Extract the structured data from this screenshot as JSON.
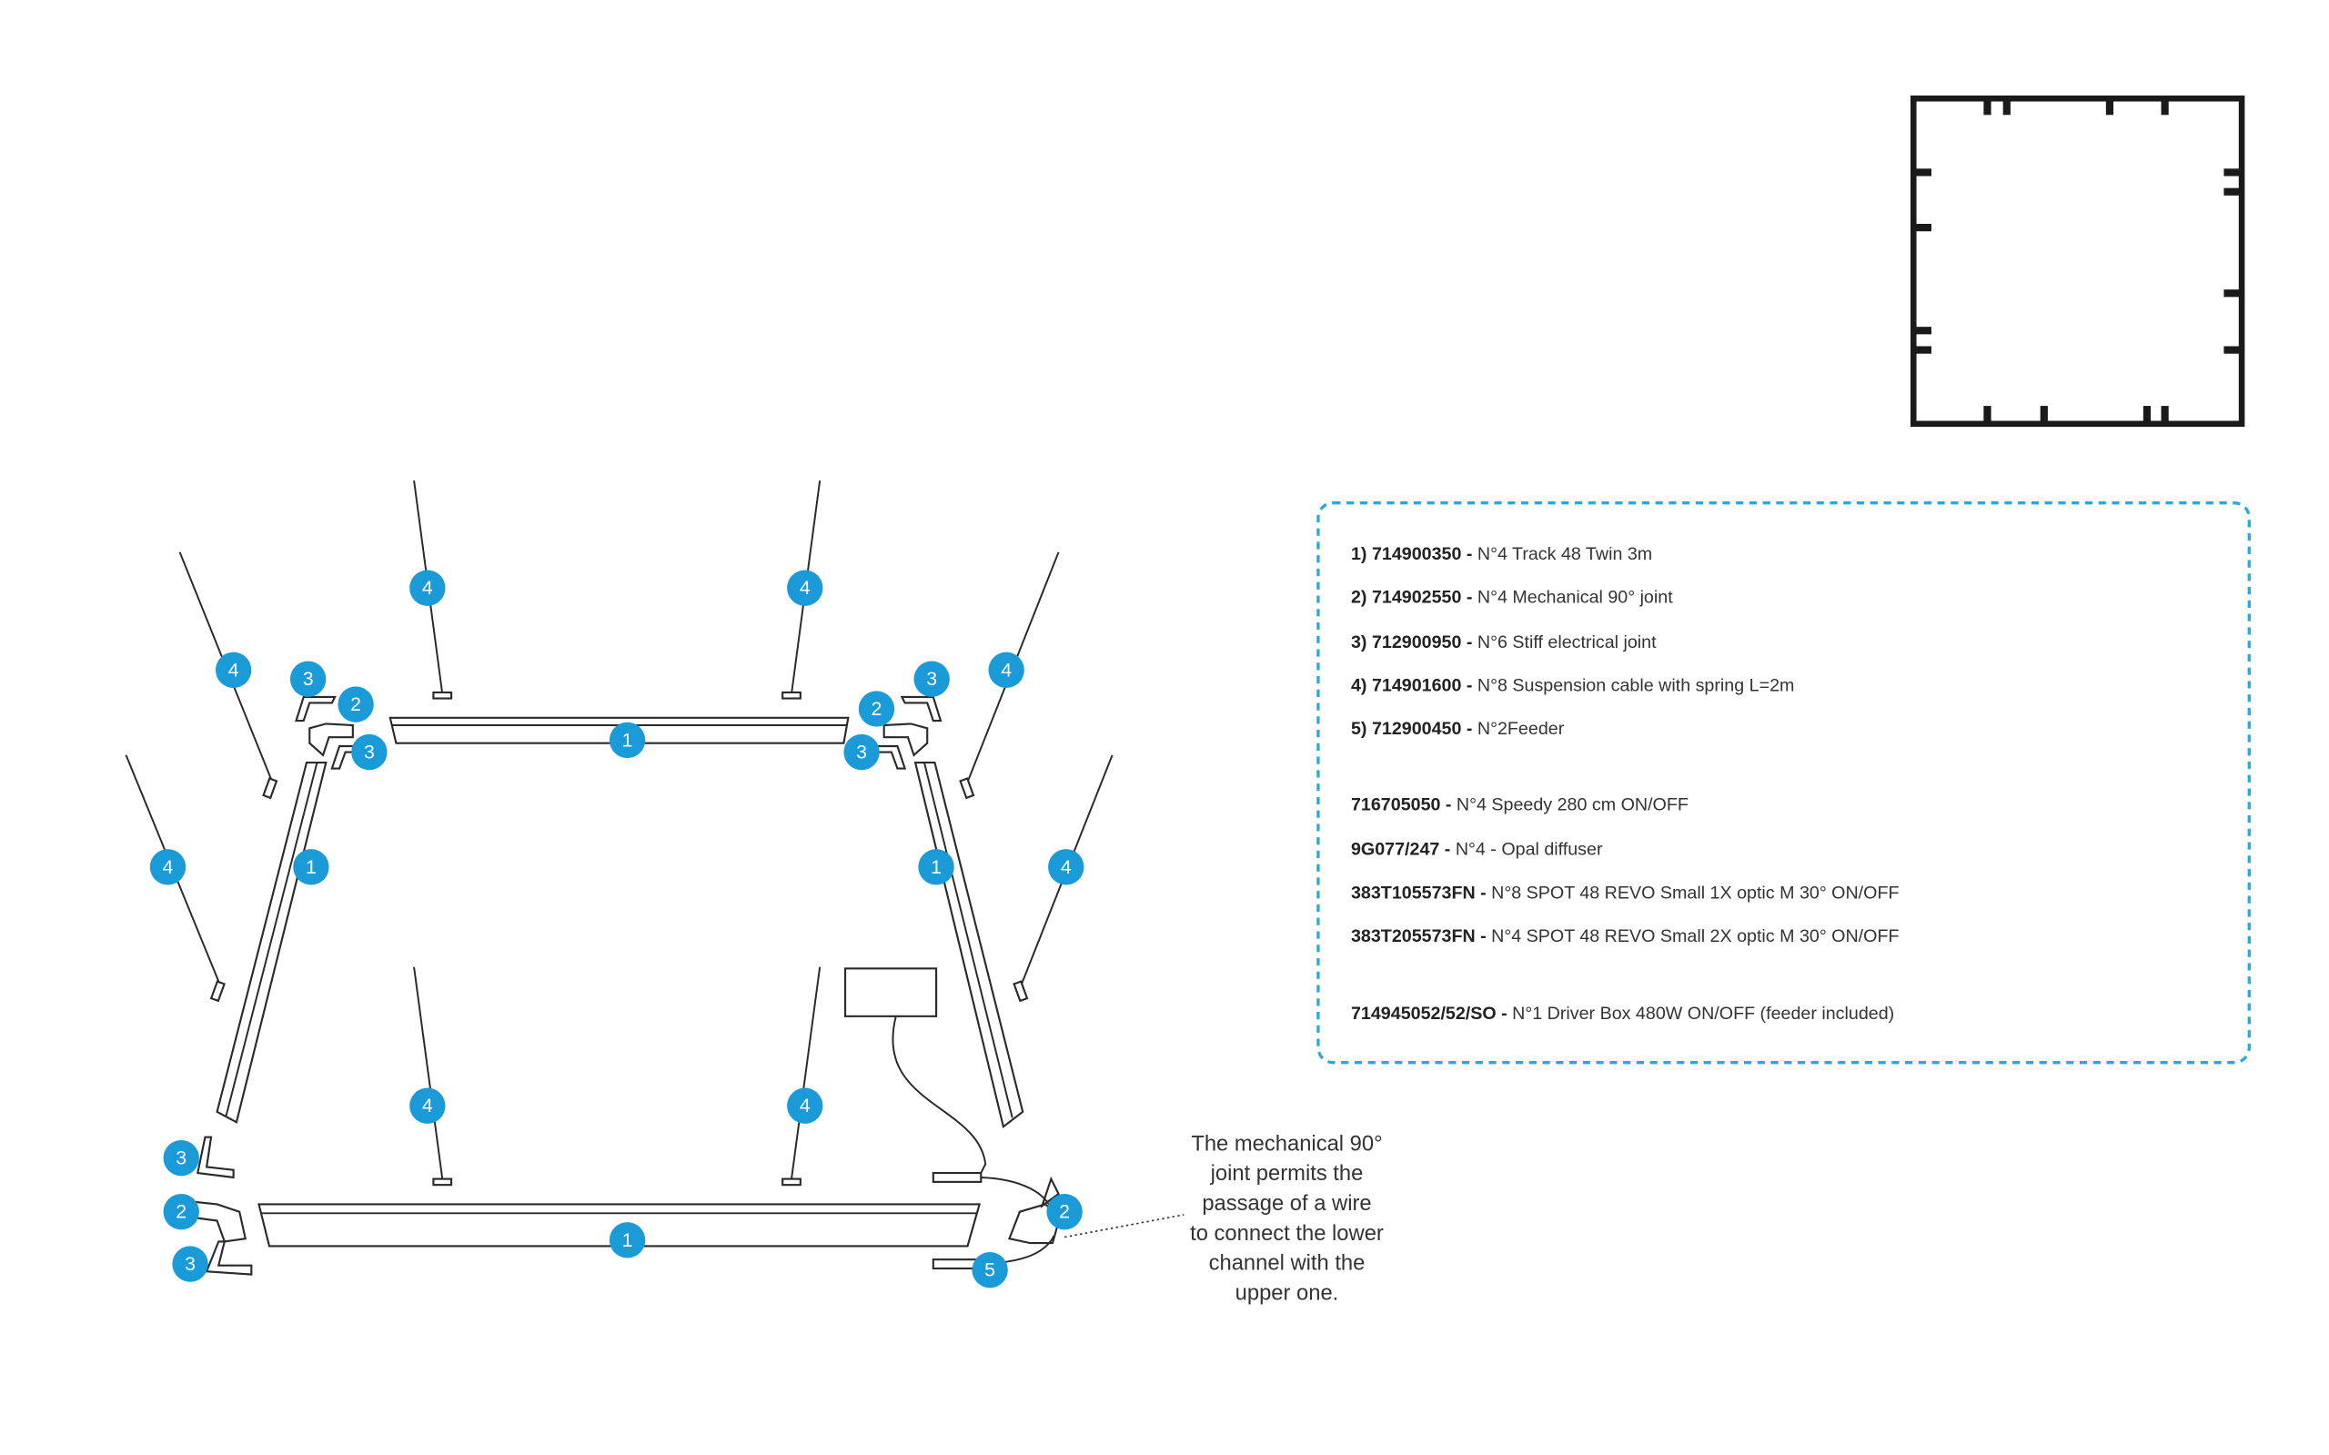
{
  "diagram": {
    "badges": {
      "one": "1",
      "two": "2",
      "three": "3",
      "four": "4",
      "five": "5"
    },
    "legend": [
      {
        "code": "1)  714900350 -",
        "desc": " N°4 Track 48 Twin 3m"
      },
      {
        "code": "2)  714902550 -",
        "desc": " N°4 Mechanical 90° joint"
      },
      {
        "code": "3)  712900950 -",
        "desc": " N°6 Stiff electrical joint"
      },
      {
        "code": "4)  714901600 -",
        "desc": " N°8 Suspension cable with spring L=2m"
      },
      {
        "code": "5)  712900450 -",
        "desc": " N°2Feeder"
      },
      {
        "code": "716705050 -",
        "desc": " N°4 Speedy 280 cm ON/OFF"
      },
      {
        "code": "9G077/247 -",
        "desc": " N°4 - Opal diffuser"
      },
      {
        "code": "383T105573FN -",
        "desc": " N°8 SPOT 48 REVO Small 1X optic M 30° ON/OFF"
      },
      {
        "code": "383T205573FN -",
        "desc": " N°4 SPOT 48 REVO Small 2X optic M 30° ON/OFF"
      },
      {
        "code": "714945052/52/SO -",
        "desc": " N°1 Driver Box 480W ON/OFF (feeder included)"
      }
    ],
    "note": [
      "The mechanical 90°",
      "joint permits the",
      "passage of a wire",
      "to connect the lower",
      "channel with the",
      "upper one."
    ],
    "colors": {
      "accent": "#1a9ad6",
      "dash": "#29a8e0",
      "line": "#2a2a2a"
    }
  }
}
